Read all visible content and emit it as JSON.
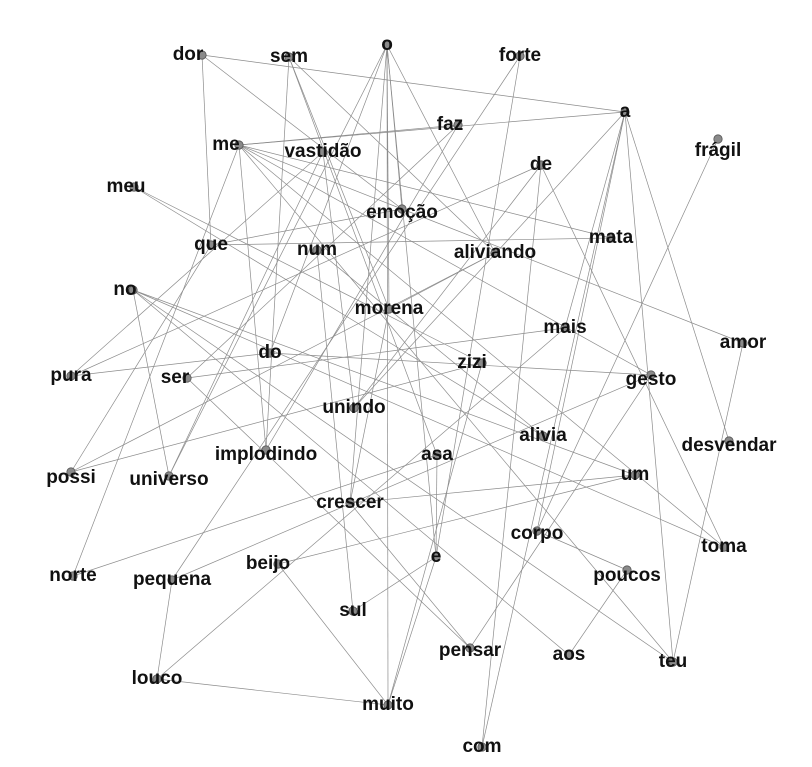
{
  "graph": {
    "type": "word-network",
    "nodes": [
      "o",
      "dor",
      "sem",
      "forte",
      "a",
      "faz",
      "me",
      "vastidão",
      "frágil",
      "de",
      "meu",
      "emoção",
      "que",
      "num",
      "mata",
      "aliviando",
      "no",
      "morena",
      "mais",
      "amor",
      "do",
      "zizi",
      "pura",
      "ser",
      "gesto",
      "unindo",
      "alivia",
      "implodindo",
      "desvendar",
      "asa",
      "possi",
      "universo",
      "um",
      "crescer",
      "corpo",
      "toma",
      "e",
      "norte",
      "beijo",
      "pequena",
      "poucos",
      "sul",
      "pensar",
      "aos",
      "teu",
      "louco",
      "muito",
      "com"
    ],
    "edges": [
      [
        "dor",
        "a"
      ],
      [
        "dor",
        "que"
      ],
      [
        "dor",
        "emoção"
      ],
      [
        "sem",
        "morena"
      ],
      [
        "sem",
        "aliviando"
      ],
      [
        "sem",
        "asa"
      ],
      [
        "o",
        "emoção"
      ],
      [
        "o",
        "aliviando"
      ],
      [
        "o",
        "e"
      ],
      [
        "o",
        "do"
      ],
      [
        "o",
        "universo"
      ],
      [
        "o",
        "crescer"
      ],
      [
        "o",
        "muito"
      ],
      [
        "o",
        "morena"
      ],
      [
        "forte",
        "pequena"
      ],
      [
        "forte",
        "e"
      ],
      [
        "a",
        "me"
      ],
      [
        "a",
        "unindo"
      ],
      [
        "a",
        "teu"
      ],
      [
        "a",
        "corpo"
      ],
      [
        "a",
        "com"
      ],
      [
        "a",
        "desvendar"
      ],
      [
        "a",
        "mais"
      ],
      [
        "faz",
        "me"
      ],
      [
        "faz",
        "ser"
      ],
      [
        "faz",
        "implodindo"
      ],
      [
        "me",
        "mata"
      ],
      [
        "me",
        "emoção"
      ],
      [
        "me",
        "teu"
      ],
      [
        "me",
        "gesto"
      ],
      [
        "me",
        "toma"
      ],
      [
        "me",
        "implodindo"
      ],
      [
        "me",
        "norte"
      ],
      [
        "vastidão",
        "pura"
      ],
      [
        "vastidão",
        "unindo"
      ],
      [
        "frágil",
        "corpo"
      ],
      [
        "de",
        "unindo"
      ],
      [
        "de",
        "toma"
      ],
      [
        "de",
        "pura"
      ],
      [
        "de",
        "com"
      ],
      [
        "meu",
        "zizi"
      ],
      [
        "meu",
        "alivia"
      ],
      [
        "emoção",
        "amor"
      ],
      [
        "emoção",
        "que"
      ],
      [
        "que",
        "mata"
      ],
      [
        "que",
        "possi"
      ],
      [
        "num",
        "sul"
      ],
      [
        "num",
        "alivia"
      ],
      [
        "aliviando",
        "possi"
      ],
      [
        "aliviando",
        "morena"
      ],
      [
        "no",
        "universo"
      ],
      [
        "no",
        "um"
      ],
      [
        "no",
        "toma"
      ],
      [
        "no",
        "teu"
      ],
      [
        "no",
        "aos"
      ],
      [
        "mais",
        "louco"
      ],
      [
        "mais",
        "ser"
      ],
      [
        "amor",
        "teu"
      ],
      [
        "do",
        "gesto"
      ],
      [
        "do",
        "pura"
      ],
      [
        "zizi",
        "muito"
      ],
      [
        "zizi",
        "possi"
      ],
      [
        "ser",
        "pensar"
      ],
      [
        "gesto",
        "pequena"
      ],
      [
        "gesto",
        "pensar"
      ],
      [
        "implodindo",
        "sem"
      ],
      [
        "asa",
        "e"
      ],
      [
        "asa",
        "norte"
      ],
      [
        "universo",
        "vastidão"
      ],
      [
        "um",
        "beijo"
      ],
      [
        "crescer",
        "um"
      ],
      [
        "crescer",
        "pensar"
      ],
      [
        "corpo",
        "poucos"
      ],
      [
        "e",
        "sul"
      ],
      [
        "e",
        "muito"
      ],
      [
        "beijo",
        "muito"
      ],
      [
        "pequena",
        "louco"
      ],
      [
        "poucos",
        "aos"
      ],
      [
        "louco",
        "muito"
      ],
      [
        "morena",
        "crescer"
      ]
    ]
  }
}
